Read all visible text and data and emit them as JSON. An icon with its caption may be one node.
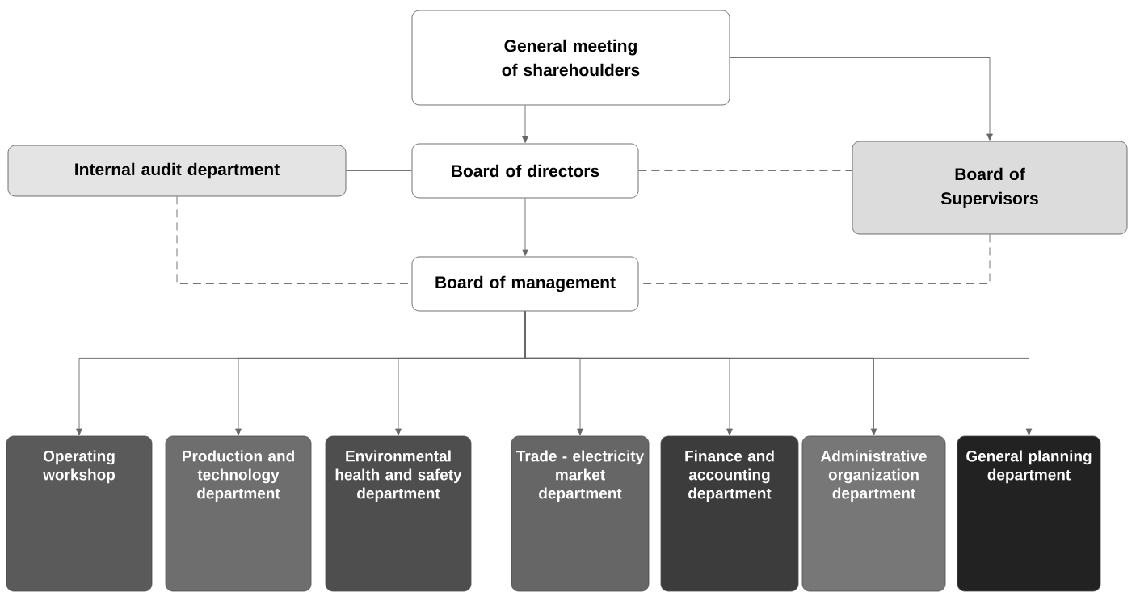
{
  "diagram": {
    "nodes": [
      {
        "text": [
          "General meeting of sharehoulders"
        ]
      },
      {
        "text": [
          "Internal audit department"
        ]
      },
      {
        "text": [
          "Board of directors"
        ]
      },
      {
        "text": [
          "Board of Supervisors"
        ]
      },
      {
        "text": [
          "Board of management"
        ]
      },
      {
        "text": [
          "Operating workshop"
        ]
      },
      {
        "text": [
          "Production and technology department"
        ]
      },
      {
        "text": [
          "Environmental health and safety department"
        ]
      },
      {
        "text": [
          "Trade - electricity market department"
        ]
      },
      {
        "text": [
          "Finance and accounting department"
        ]
      },
      {
        "text": [
          "Administrative organization department"
        ]
      },
      {
        "text": [
          "General planning department"
        ]
      }
    ],
    "edges": [
      {
        "from": 0,
        "to": 2,
        "arrow": "to"
      },
      {
        "from": 0,
        "to": 3,
        "arrow": "to"
      },
      {
        "from": 1,
        "to": 2,
        "arrow": "none"
      },
      {
        "from": 2,
        "to": 3,
        "arrow": "none",
        "style": "dashed"
      },
      {
        "from": 2,
        "to": 4,
        "arrow": "to"
      },
      {
        "from": 1,
        "to": 4,
        "arrow": "none",
        "style": "dashed"
      },
      {
        "from": 3,
        "to": 4,
        "arrow": "none",
        "style": "dashed"
      },
      {
        "from": 4,
        "to": 5,
        "arrow": "to"
      },
      {
        "from": 4,
        "to": 6,
        "arrow": "to"
      },
      {
        "from": 4,
        "to": 7,
        "arrow": "to"
      },
      {
        "from": 4,
        "to": 8,
        "arrow": "to"
      },
      {
        "from": 4,
        "to": 9,
        "arrow": "to"
      },
      {
        "from": 4,
        "to": 10,
        "arrow": "to"
      },
      {
        "from": 4,
        "to": 11,
        "arrow": "to"
      }
    ]
  }
}
